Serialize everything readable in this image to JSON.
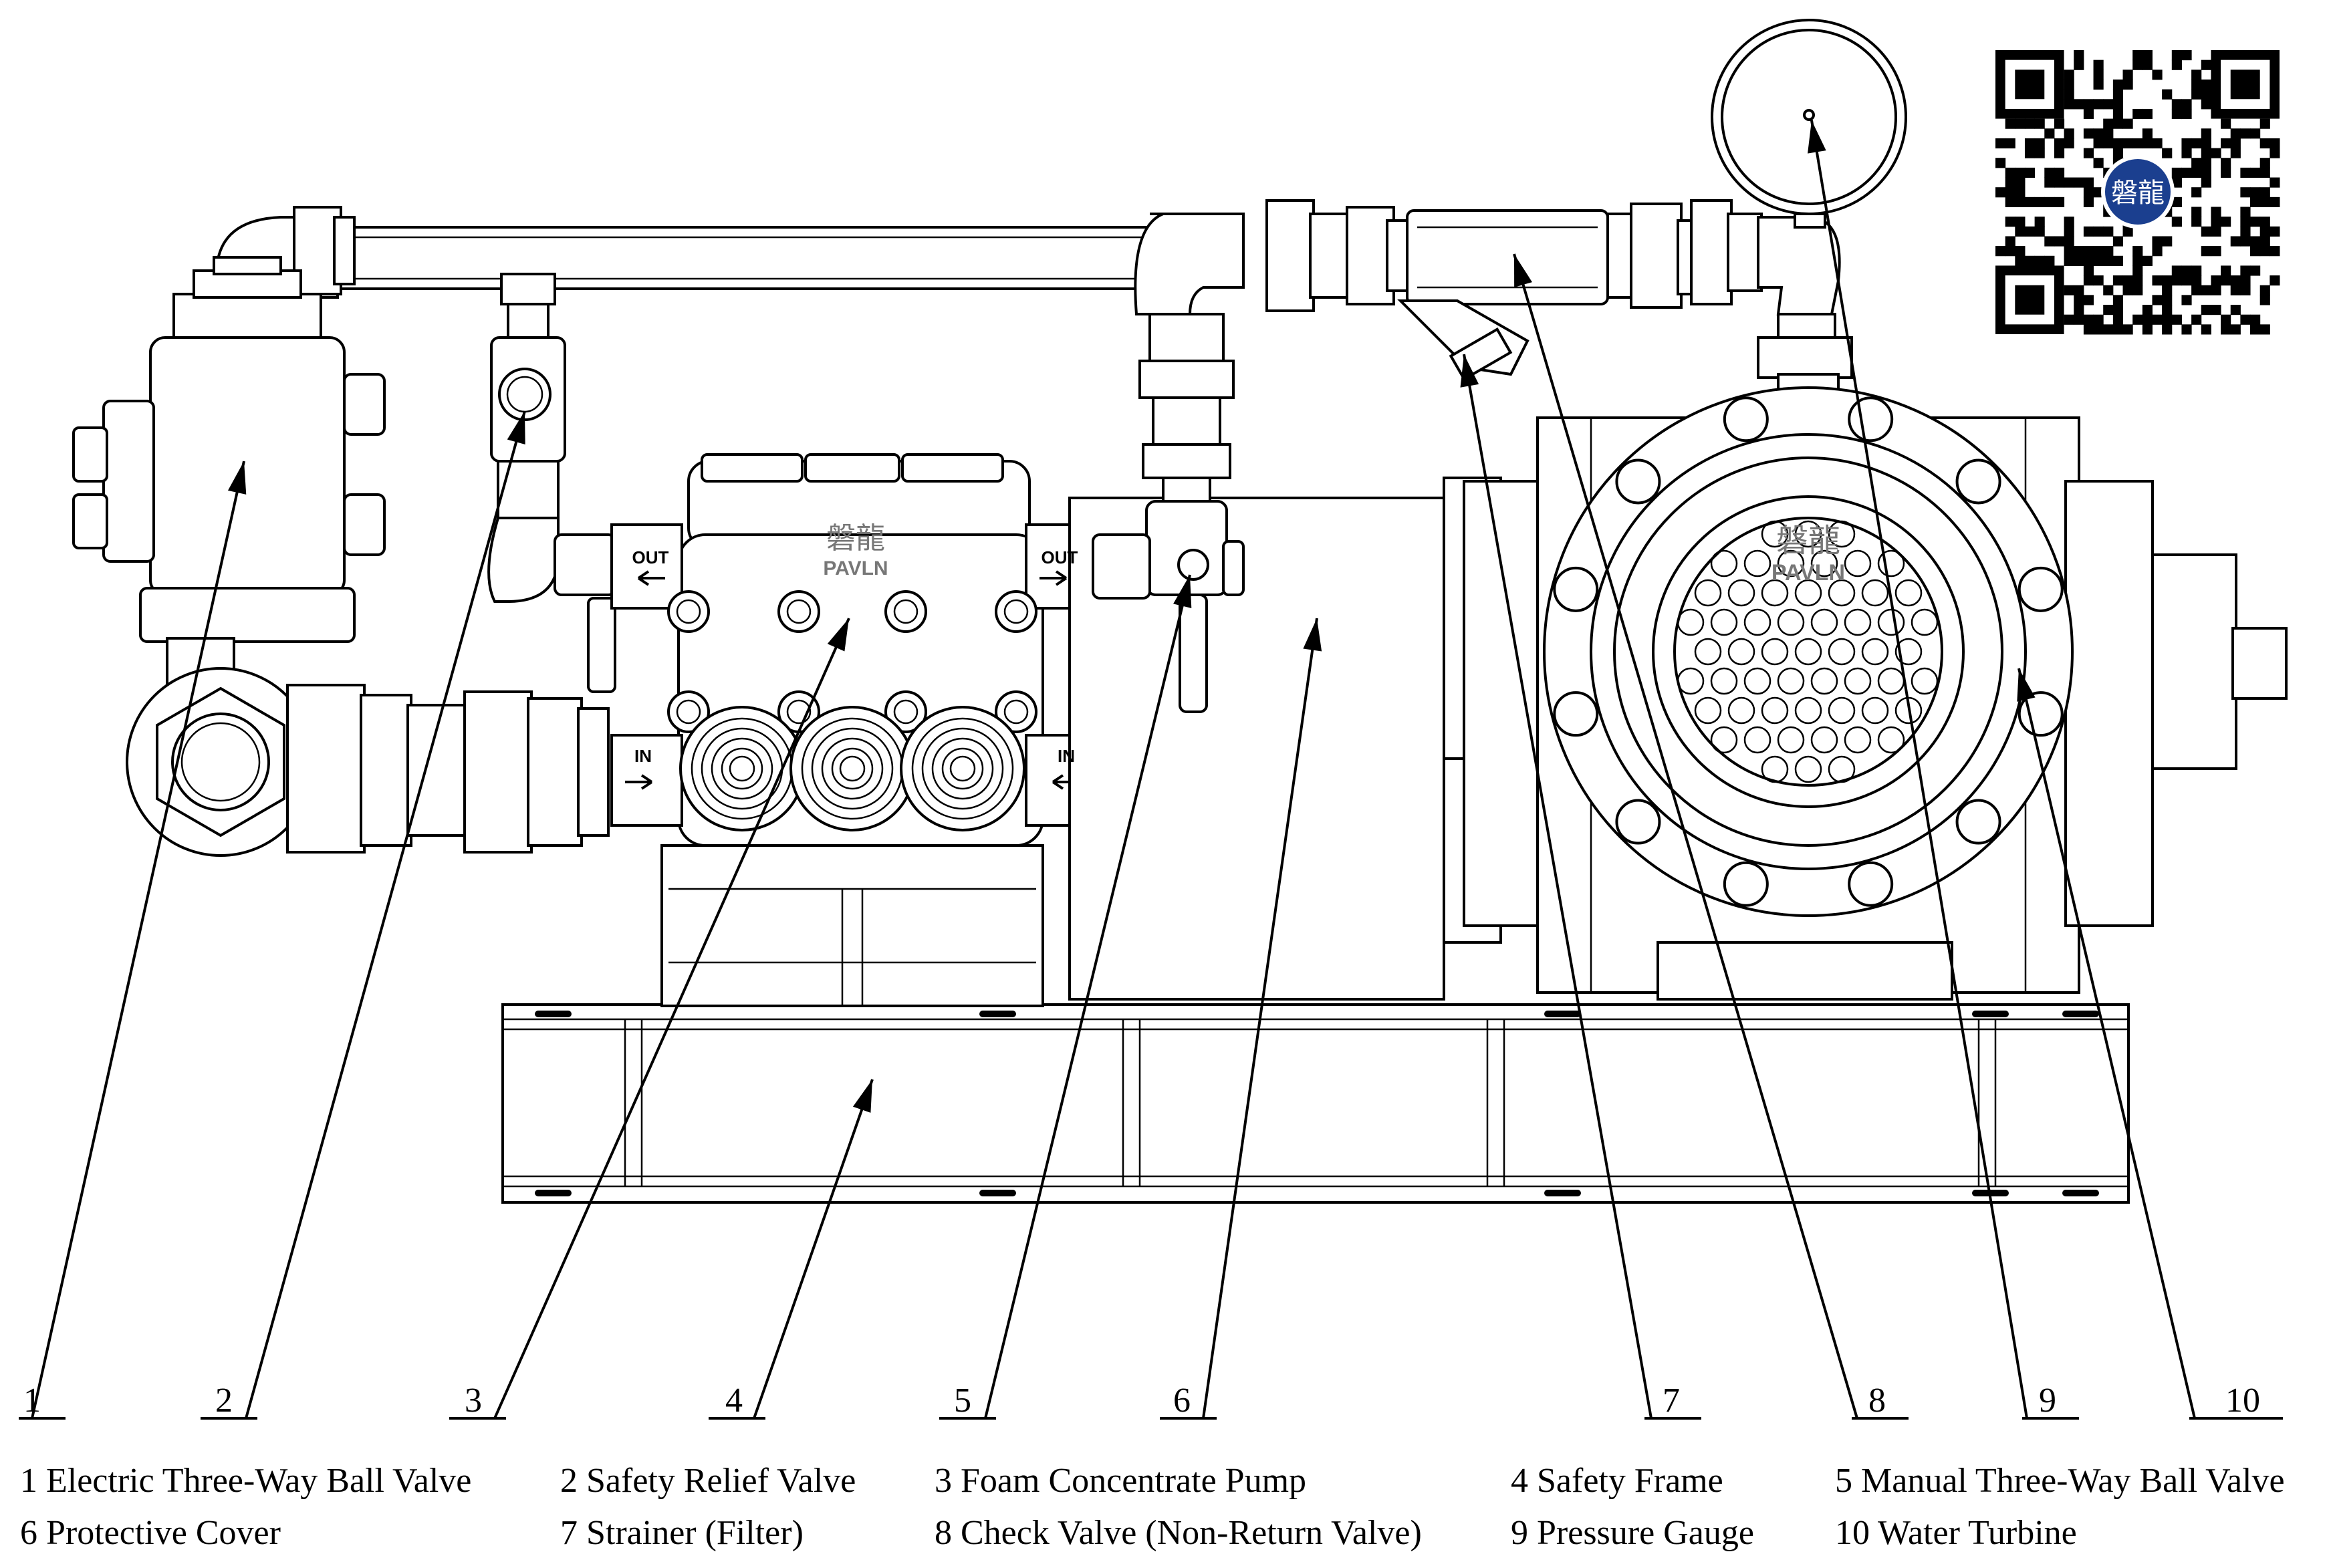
{
  "diagram": {
    "logo_text": "磐龍",
    "brand_text": "PAVLN",
    "port_out_label": "OUT",
    "port_in_label": "IN",
    "qr_badge_text": "磐龍",
    "callouts": [
      {
        "number": "1"
      },
      {
        "number": "2"
      },
      {
        "number": "3"
      },
      {
        "number": "4"
      },
      {
        "number": "5"
      },
      {
        "number": "6"
      },
      {
        "number": "7"
      },
      {
        "number": "8"
      },
      {
        "number": "9"
      },
      {
        "number": "10"
      }
    ]
  },
  "legend": {
    "items": [
      "1 Electric Three-Way Ball Valve",
      "2 Safety Relief Valve",
      "3 Foam Concentrate Pump",
      "4 Safety Frame",
      "5 Manual Three-Way Ball Valve",
      "6 Protective Cover",
      "7 Strainer (Filter)",
      "8 Check Valve (Non-Return Valve)",
      "9 Pressure Gauge",
      "10 Water Turbine"
    ]
  },
  "colors": {
    "line": "#000000",
    "background": "#ffffff",
    "badge": "#1b3f8f"
  }
}
